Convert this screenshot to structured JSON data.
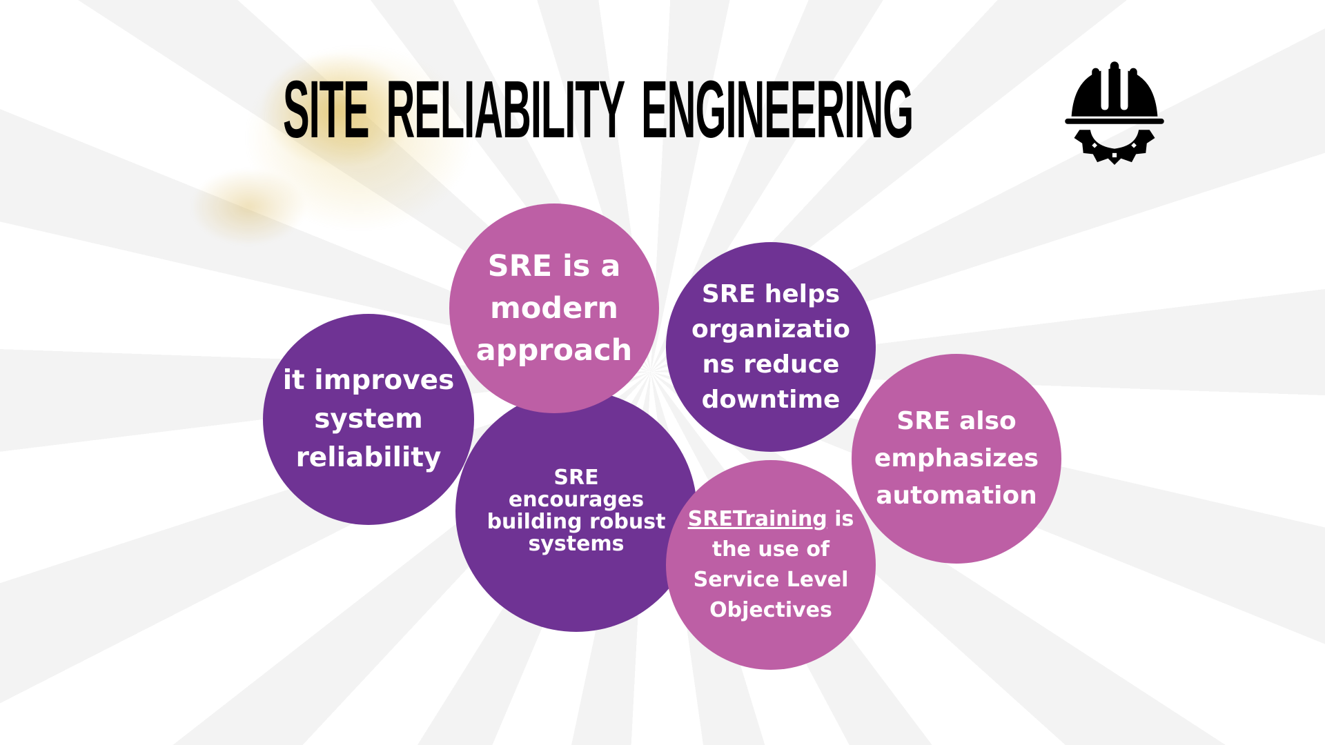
{
  "title": "SITE RELIABILITY ENGINEERING",
  "icon": "hard-hat-gear-icon",
  "colors": {
    "dark_purple": "#6f3394",
    "pink": "#bd5fa5"
  },
  "circles": {
    "reliability": [
      "it improves",
      "system",
      "reliability"
    ],
    "modern": [
      "SRE is a",
      "modern",
      "approach"
    ],
    "robust": [
      "SRE",
      "encourages",
      "building robust",
      "systems"
    ],
    "downtime": [
      "SRE helps",
      "organizatio",
      "ns reduce",
      "downtime"
    ],
    "automation": [
      "SRE also",
      "emphasizes",
      "automation"
    ],
    "slo": {
      "link": "SRETraining",
      "rest": " is",
      "lines": [
        "the use of",
        "Service Level",
        "Objectives"
      ]
    }
  }
}
